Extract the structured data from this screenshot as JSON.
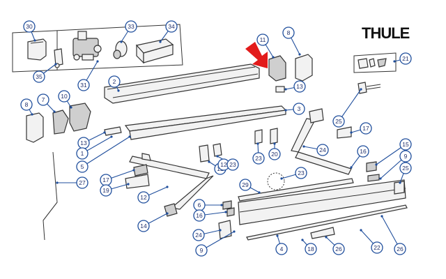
{
  "brand": {
    "logo_text": "THULE",
    "logo_sub": ""
  },
  "colors": {
    "callout": "#1f4e9c",
    "arrow": "#e21b1b",
    "part_stroke": "#333333"
  },
  "callouts": [
    "30",
    "33",
    "34",
    "11",
    "8",
    "21",
    "35",
    "31",
    "2",
    "13",
    "10",
    "7",
    "8",
    "3",
    "25",
    "17",
    "13",
    "1",
    "5",
    "12",
    "12",
    "23",
    "23",
    "20",
    "24",
    "16",
    "15",
    "9",
    "25",
    "17",
    "19",
    "12",
    "23",
    "29",
    "27",
    "6",
    "16",
    "14",
    "24",
    "9",
    "4",
    "18",
    "26",
    "22",
    "26",
    "18"
  ],
  "highlight": {
    "icon": "red-arrow-icon"
  }
}
